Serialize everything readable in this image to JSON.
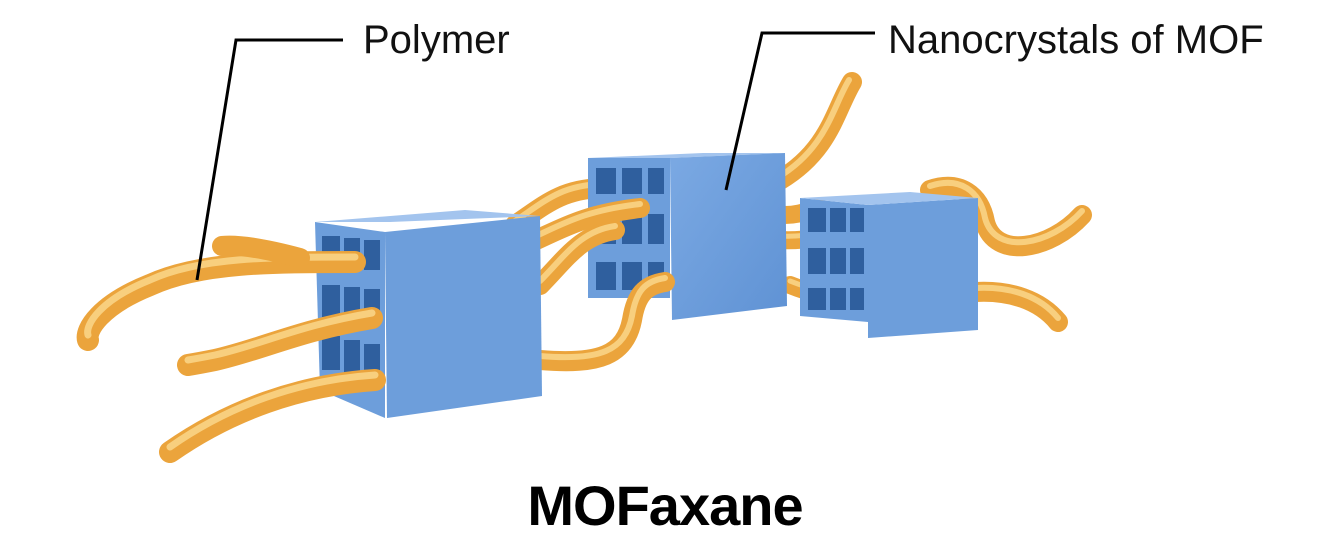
{
  "labels": {
    "polymer": "Polymer",
    "nanocrystals": "Nanocrystals of MOF"
  },
  "title": "MOFaxane",
  "colors": {
    "polymer": "#EBA43C",
    "polymer_highlight": "#F8CF7E",
    "mof_front": "#6D9EDB",
    "mof_top": "#A3C4EE",
    "mof_side": "#5B8ED0",
    "mof_hole": "#2F5F9E",
    "leader_line": "#000000",
    "text": "#000000"
  }
}
